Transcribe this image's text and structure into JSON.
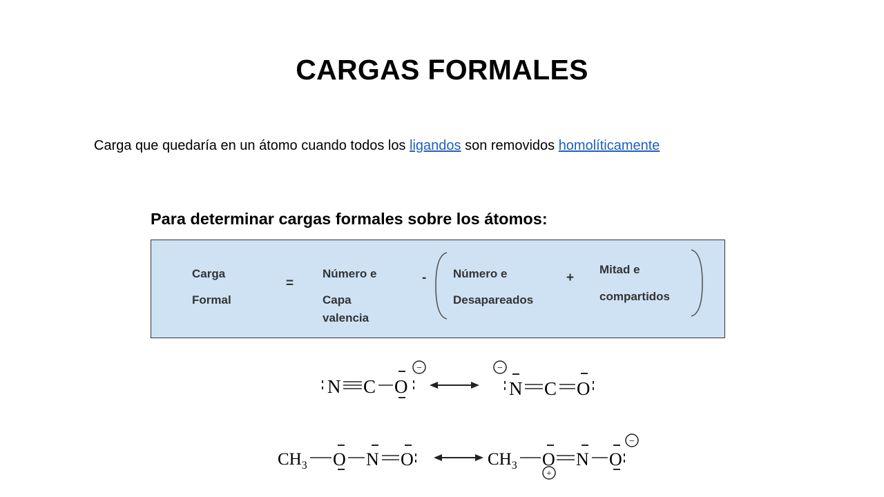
{
  "title": "CARGAS FORMALES",
  "definition": {
    "part1": "Carga que quedaría en un átomo cuando todos los ",
    "link1": "ligandos",
    "part2": " son removidos ",
    "link2": "homolíticamente"
  },
  "subtitle": "Para determinar cargas formales sobre los átomos:",
  "formula": {
    "term1_line1": "Carga",
    "term1_line2": "Formal",
    "equals": "=",
    "term2_line1": "Número e",
    "term2_line2": "Capa",
    "term2_line3": "valencia",
    "minus": "-",
    "term3_line1": "Número e",
    "term3_line2": "Desapareados",
    "plus": "+",
    "term4_line1": "Mitad e",
    "term4_line2": "compartidos"
  },
  "structures": {
    "r1_left": {
      "n": "N",
      "c": "C",
      "o": "O",
      "charge": "−"
    },
    "r1_right": {
      "n": "N",
      "c": "C",
      "o": "O",
      "charge": "−"
    },
    "r2_left": {
      "ch3": "CH",
      "sub": "3",
      "o": "O",
      "n": "N",
      "o2": "O"
    },
    "r2_right": {
      "ch3": "CH",
      "sub": "3",
      "o": "O",
      "n": "N",
      "o2": "O",
      "plus_charge": "+",
      "minus_charge": "−"
    }
  }
}
